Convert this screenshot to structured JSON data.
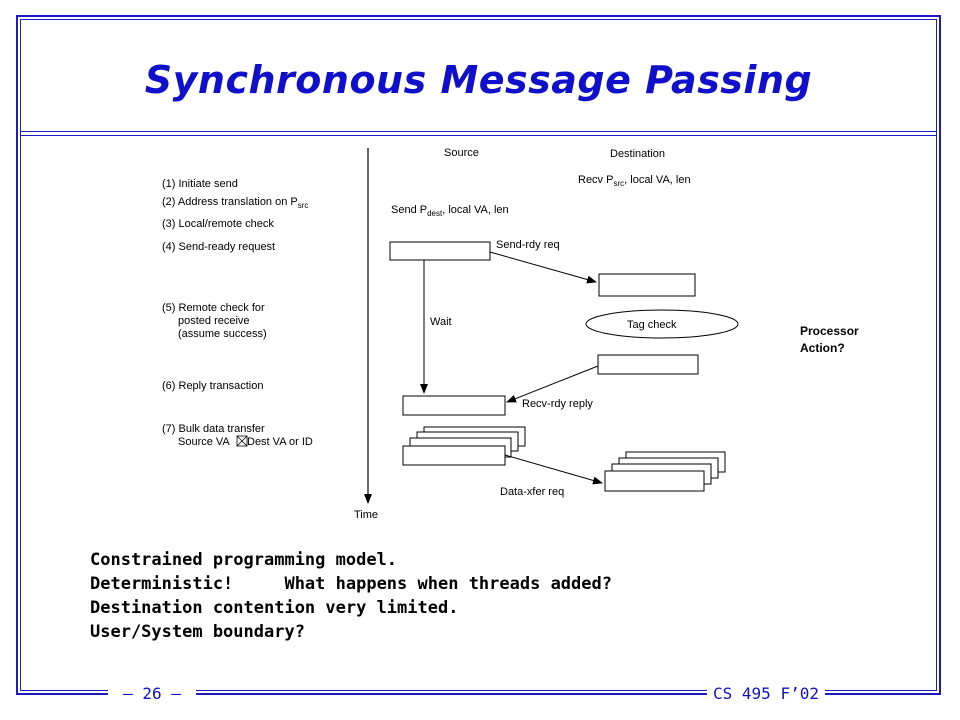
{
  "slide": {
    "title": "Synchronous Message Passing",
    "footer_page": "– 26 –",
    "footer_course": "CS 495 F’02"
  },
  "diagram": {
    "source_label": "Source",
    "destination_label": "Destination",
    "time_label": "Time",
    "steps": [
      "(1) Initiate send",
      "(2) Address translation on P",
      "(3) Local/remote check",
      "(4) Send-ready request",
      "(5) Remote check for",
      "posted receive",
      "(assume success)",
      "(6) Reply transaction",
      "(7) Bulk data transfer",
      "Source VA",
      "Dest VA or ID"
    ],
    "step2_subscript": "src",
    "send_call": "Send P",
    "send_call_sub": "dest",
    "send_call_rest": ", local VA, len",
    "recv_call": "Recv P",
    "recv_call_sub": "src",
    "recv_call_rest": ", local VA, len",
    "send_rdy_req": "Send-rdy req",
    "wait_label": "Wait",
    "tag_check": "Tag check",
    "recv_rdy_reply": "Recv-rdy reply",
    "data_xfer_req": "Data-xfer req",
    "processor_action_line1": "Processor",
    "processor_action_line2": "Action?"
  },
  "bullets": [
    "Constrained programming model.",
    "Deterministic!     What happens when threads added?",
    "Destination contention very limited.",
    "User/System boundary?"
  ],
  "colors": {
    "accent": "#1010cc",
    "frame": "#1c1cc4"
  }
}
